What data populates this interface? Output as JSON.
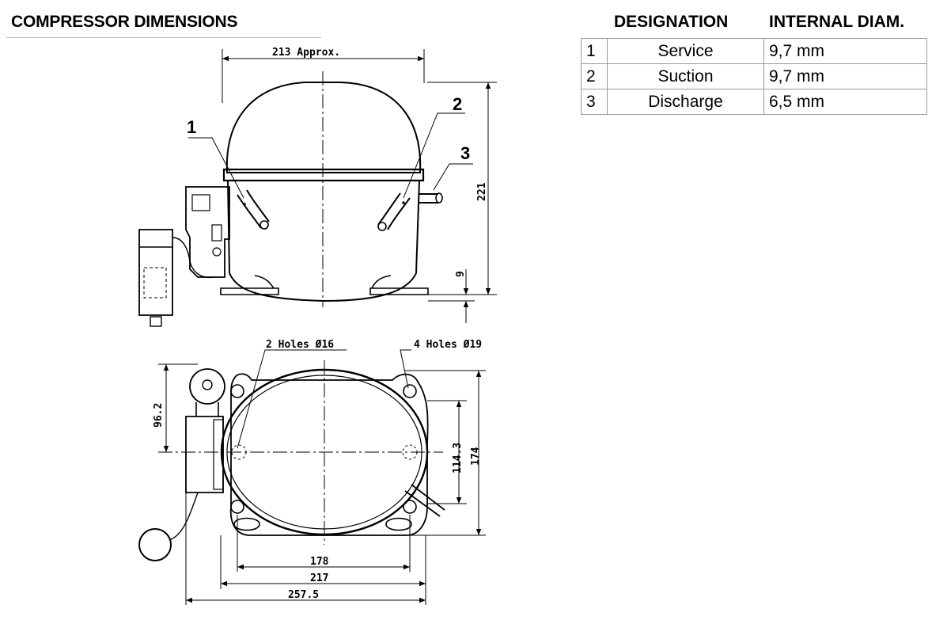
{
  "title": "COMPRESSOR DIMENSIONS",
  "table": {
    "headers": {
      "designation": "DESIGNATION",
      "diam": "INTERNAL DIAM."
    },
    "rows": [
      {
        "num": "1",
        "designation": "Service",
        "diam": "9,7 mm"
      },
      {
        "num": "2",
        "designation": "Suction",
        "diam": "9,7 mm"
      },
      {
        "num": "3",
        "designation": "Discharge",
        "diam": "6,5 mm"
      }
    ]
  },
  "drawing": {
    "dim_width": "213 Approx.",
    "dim_height": "221",
    "dim_foot": "9",
    "label_1": "1",
    "label_2": "2",
    "label_3": "3",
    "holes_2": "2 Holes Ø16",
    "holes_4": "4 Holes Ø19",
    "dim_962": "96.2",
    "dim_1143": "114.3",
    "dim_174": "174",
    "dim_178": "178",
    "dim_217": "217",
    "dim_2575": "257.5"
  }
}
